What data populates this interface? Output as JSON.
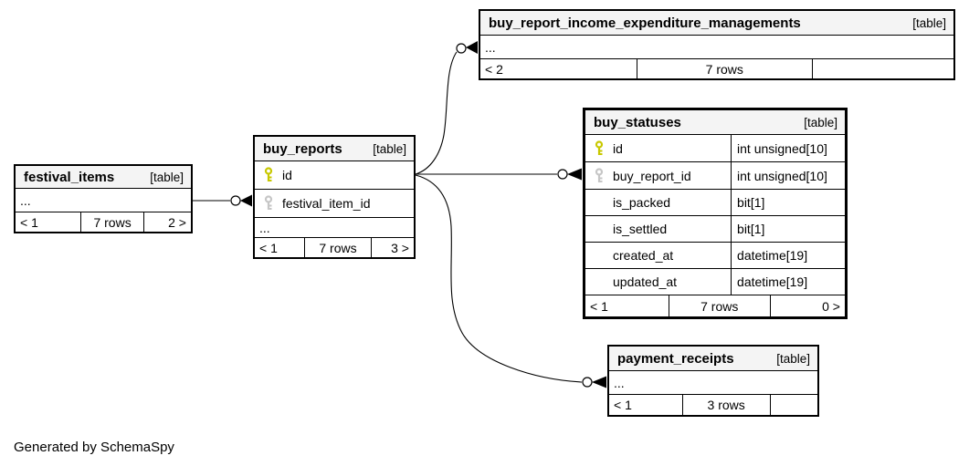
{
  "colors": {
    "header_bg": "#f4f4f4",
    "line": "#000000",
    "pk_key": "#c8c800",
    "fk_key": "#c6c6c6"
  },
  "footer_note": "Generated by SchemaSpy",
  "tables": {
    "festival_items": {
      "name": "festival_items",
      "tag": "[table]",
      "rows": [
        {
          "name": "..."
        }
      ],
      "stats": {
        "parents": "< 1",
        "rows": "7 rows",
        "children": "2 >"
      }
    },
    "buy_reports": {
      "name": "buy_reports",
      "tag": "[table]",
      "rows": [
        {
          "name": "id",
          "key": "primary"
        },
        {
          "name": "festival_item_id",
          "key": "foreign"
        },
        {
          "name": "..."
        }
      ],
      "stats": {
        "parents": "< 1",
        "rows": "7 rows",
        "children": "3 >"
      }
    },
    "buy_report_income_expenditure_managements": {
      "name": "buy_report_income_expenditure_managements",
      "tag": "[table]",
      "rows": [
        {
          "name": "..."
        }
      ],
      "stats": {
        "parents": "< 2",
        "rows": "7 rows",
        "children": ""
      }
    },
    "buy_statuses": {
      "name": "buy_statuses",
      "tag": "[table]",
      "rows": [
        {
          "name": "id",
          "type": "int unsigned[10]",
          "key": "primary"
        },
        {
          "name": "buy_report_id",
          "type": "int unsigned[10]",
          "key": "foreign"
        },
        {
          "name": "is_packed",
          "type": "bit[1]"
        },
        {
          "name": "is_settled",
          "type": "bit[1]"
        },
        {
          "name": "created_at",
          "type": "datetime[19]"
        },
        {
          "name": "updated_at",
          "type": "datetime[19]"
        }
      ],
      "stats": {
        "parents": "< 1",
        "rows": "7 rows",
        "children": "0 >"
      }
    },
    "payment_receipts": {
      "name": "payment_receipts",
      "tag": "[table]",
      "rows": [
        {
          "name": "..."
        }
      ],
      "stats": {
        "parents": "< 1",
        "rows": "3 rows",
        "children": ""
      }
    }
  },
  "relationships": [
    {
      "from": "festival_items",
      "to": "buy_reports.festival_item_id"
    },
    {
      "from": "buy_reports.id",
      "to": "buy_report_income_expenditure_managements"
    },
    {
      "from": "buy_reports.id",
      "to": "buy_statuses.buy_report_id"
    },
    {
      "from": "buy_reports.id",
      "to": "payment_receipts"
    }
  ]
}
